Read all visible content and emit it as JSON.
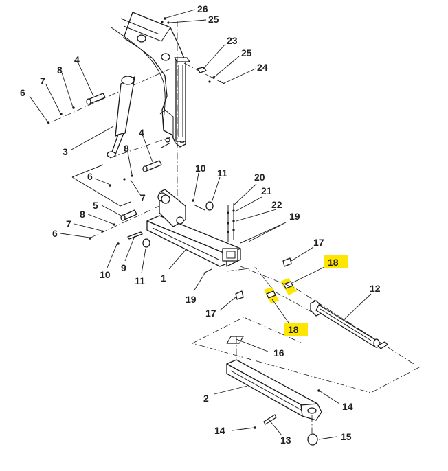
{
  "diagram": {
    "title": "Exploded parts diagram — boom, lift frame and telescoping arm",
    "highlight_color": "#FFE600",
    "line_color": "#1A1A1A",
    "label_color": "#231F20",
    "callouts": {
      "c26": "26",
      "c25a": "25",
      "c23": "23",
      "c25b": "25",
      "c24": "24",
      "c4a": "4",
      "c8a": "8",
      "c7a": "7",
      "c6a": "6",
      "c3": "3",
      "c4b": "4",
      "c8b": "8",
      "c6b": "6",
      "c7b": "7",
      "c10a": "10",
      "c11a": "11",
      "c20": "20",
      "c21": "21",
      "c22": "22",
      "c19a": "19",
      "c5": "5",
      "c8c": "8",
      "c7c": "7",
      "c6c": "6",
      "c17a": "17",
      "c18a": "18",
      "c12": "12",
      "c10b": "10",
      "c9": "9",
      "c11b": "11",
      "c1": "1",
      "c19b": "19",
      "c17b": "17",
      "c18b": "18",
      "c16": "16",
      "c2": "2",
      "c14a": "14",
      "c14b": "14",
      "c13": "13",
      "c15": "15"
    },
    "highlighted_callouts": [
      "c18a",
      "c18b"
    ]
  }
}
